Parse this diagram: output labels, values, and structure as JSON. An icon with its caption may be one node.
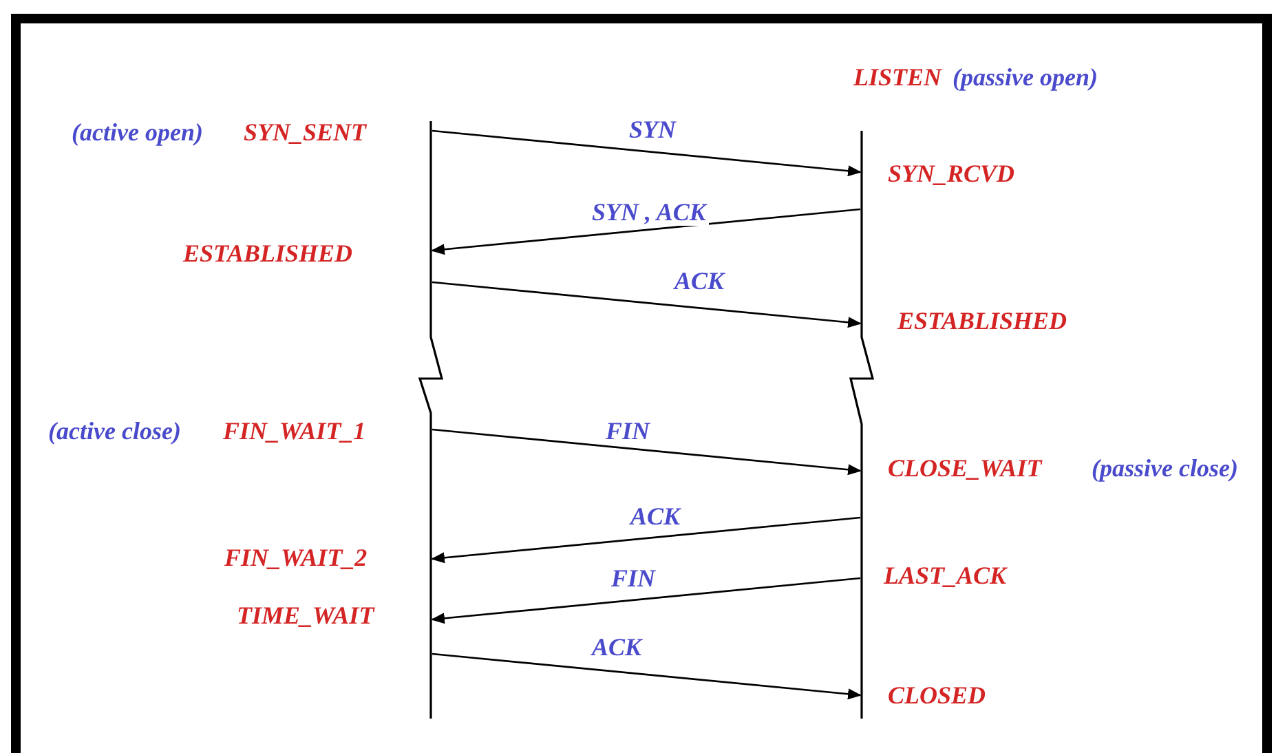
{
  "diagram": {
    "nodes": [
      {
        "text": [],
        "shape": "bar"
      },
      {
        "text": [],
        "shape": "bar"
      }
    ],
    "edges": [
      {
        "from": 0,
        "to": 1,
        "arrow": "to",
        "label": "SYN"
      },
      {
        "from": 1,
        "to": 0,
        "arrow": "to",
        "label": "SYN , ACK"
      },
      {
        "from": 0,
        "to": 1,
        "arrow": "to",
        "label": "ACK"
      },
      {
        "from": 0,
        "to": 1,
        "arrow": "to",
        "label": "FIN"
      },
      {
        "from": 1,
        "to": 0,
        "arrow": "to",
        "label": "ACK"
      },
      {
        "from": 1,
        "to": 0,
        "arrow": "to",
        "label": "FIN"
      },
      {
        "from": 0,
        "to": 1,
        "arrow": "to",
        "label": "ACK"
      }
    ],
    "labels": [
      "LISTEN",
      "(passive open)",
      "(active open)",
      "SYN_SENT",
      "SYN_RCVD",
      "ESTABLISHED",
      "ESTABLISHED",
      "(active close)",
      "FIN_WAIT_1",
      "CLOSE_WAIT",
      "(passive close)",
      "FIN_WAIT_2",
      "LAST_ACK",
      "TIME_WAIT",
      "CLOSED"
    ]
  }
}
